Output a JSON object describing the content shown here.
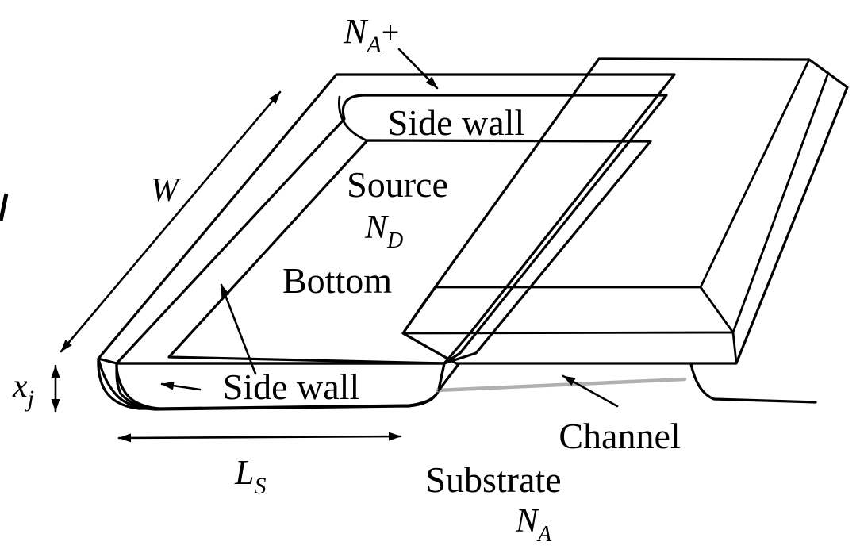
{
  "figure": {
    "labels": {
      "na_plus": {
        "base": "N",
        "sub": "A",
        "suffix": "+"
      },
      "width": "W",
      "junction_depth": {
        "base": "x",
        "sub": "j"
      },
      "side_wall_top": "Side wall",
      "source": "Source",
      "source_doping": {
        "base": "N",
        "sub": "D"
      },
      "bottom": "Bottom",
      "side_wall_front": "Side wall",
      "source_length": {
        "base": "L",
        "sub": "S"
      },
      "substrate": "Substrate",
      "substrate_doping": {
        "base": "N",
        "sub": "A"
      },
      "channel": "Channel"
    },
    "colors": {
      "gate_red": "#DC3910",
      "rim_dark_gray": "#5F5F5F",
      "side_wall_gray": "#C3C3C3",
      "bottom_light_gray": "#E9E9E9",
      "front_face_gray": "#A2A2A2",
      "corner_wedge_gray": "#5F5F5F",
      "channel_line_gray": "#B0B0B0",
      "outline_black": "#000000"
    }
  }
}
